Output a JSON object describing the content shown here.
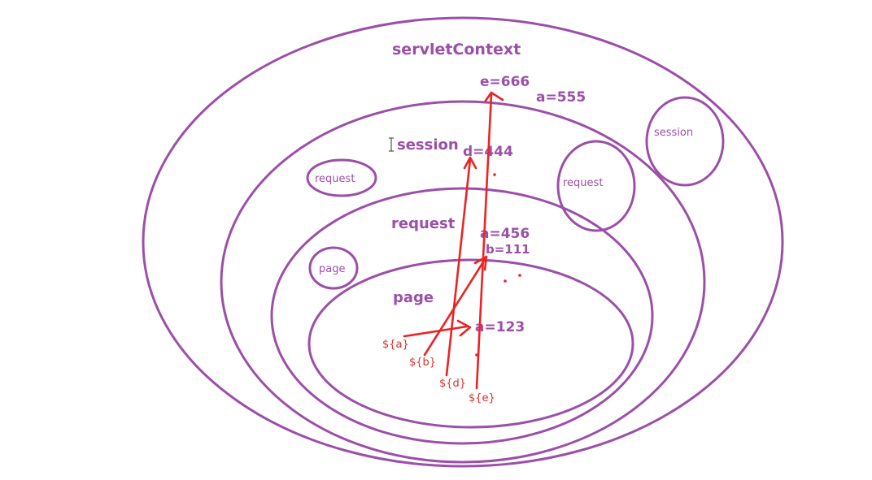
{
  "diagram": {
    "colors": {
      "scope_stroke": "#9b4fa8",
      "arrow_stroke": "#ee2222",
      "expression_text": "#e0302a"
    },
    "scopes": {
      "servlet_context": "servletContext",
      "session_main": "session",
      "session_other": "session",
      "request_main": "request",
      "request_small_left": "request",
      "request_small_right": "request",
      "page_main": "page",
      "page_small": "page"
    },
    "values": {
      "e_context": "e=666",
      "a_context": "a=555",
      "d_session": "d=444",
      "a_request": "a=456",
      "b_request": "b=111",
      "a_page": "a=123"
    },
    "expressions": {
      "expr_a": "${a}",
      "expr_b": "${b}",
      "expr_d": "${d}",
      "expr_e": "${e}"
    }
  }
}
